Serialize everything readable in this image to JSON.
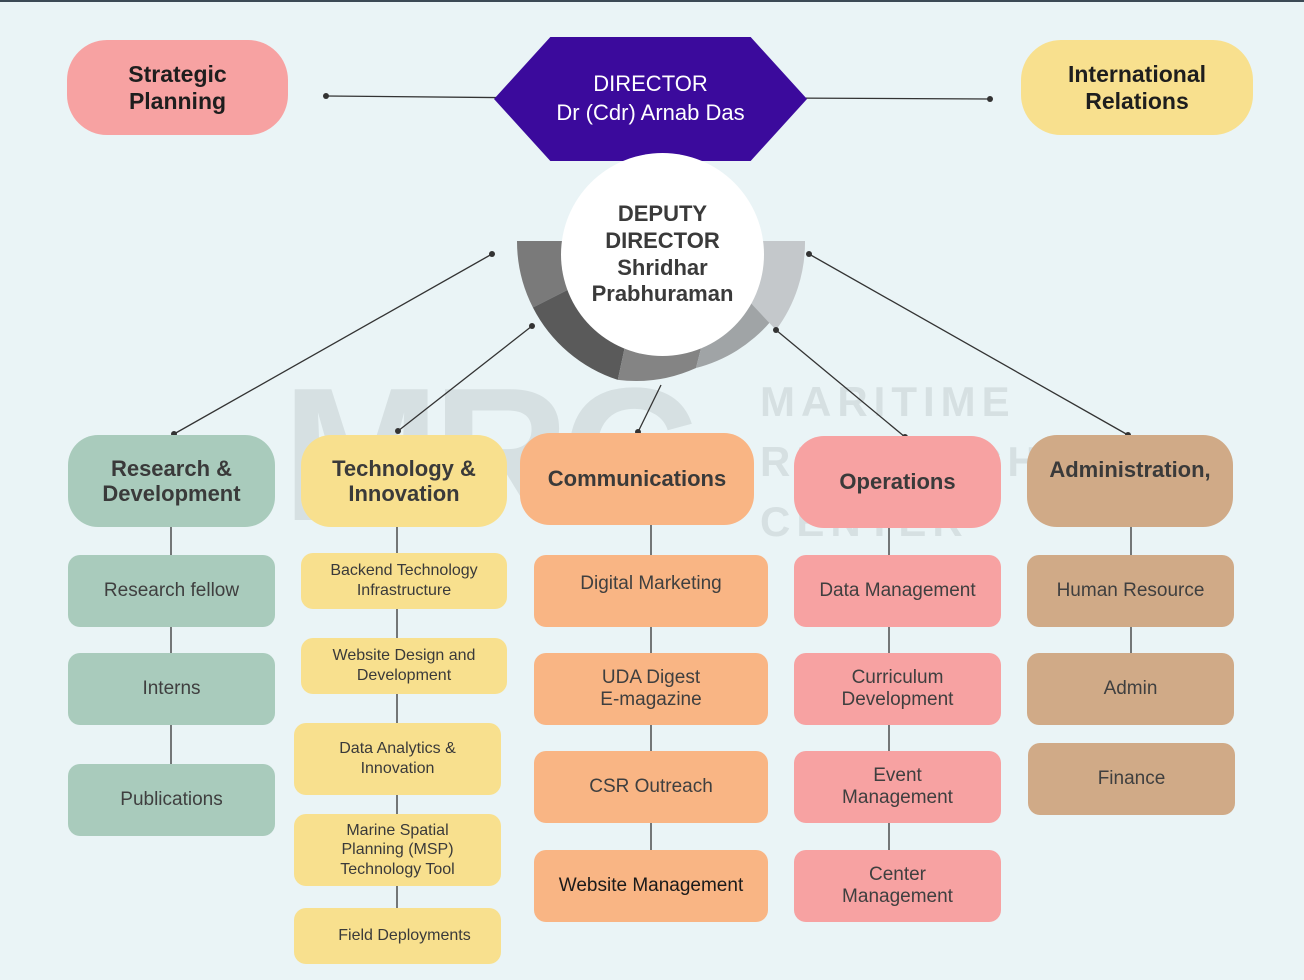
{
  "top": {
    "strategic": "Strategic\nPlanning",
    "international": "International\nRelations"
  },
  "director": {
    "title": "DIRECTOR",
    "name": "Dr (Cdr) Arnab Das"
  },
  "deputy": "DEPUTY\nDIRECTOR\nShridhar\nPrabhuraman",
  "watermark": {
    "logo": "MRC",
    "line1": "MARITIME",
    "line2": "RESEARCH",
    "line3": "CENTER"
  },
  "departments": {
    "research": {
      "head": "Research &\nDevelopment",
      "items": [
        "Research fellow",
        "Interns",
        "Publications"
      ]
    },
    "technology": {
      "head": "Technology &\nInnovation",
      "items": [
        "Backend Technology\nInfrastructure",
        "Website Design and\nDevelopment",
        "Data Analytics &\nInnovation",
        "Marine Spatial\nPlanning (MSP)\nTechnology Tool",
        "Field Deployments"
      ]
    },
    "communications": {
      "head": "Communications",
      "items": [
        "Digital Marketing",
        "UDA Digest\nE-magazine",
        "CSR Outreach",
        "Website Management"
      ]
    },
    "operations": {
      "head": "Operations",
      "items": [
        "Data Management",
        "Curriculum\nDevelopment",
        "Event\nManagement",
        "Center\nManagement"
      ]
    },
    "administration": {
      "head": "Administration,",
      "items": [
        "Human Resource",
        "Admin",
        "Finance"
      ]
    }
  },
  "colors": {
    "background": "#eaf4f6",
    "director": "#3b0a9c",
    "green": "#a9cbbc",
    "yellow": "#f8e08e",
    "orange": "#f9b584",
    "pink": "#f7a2a2",
    "tan": "#d0aa87"
  }
}
